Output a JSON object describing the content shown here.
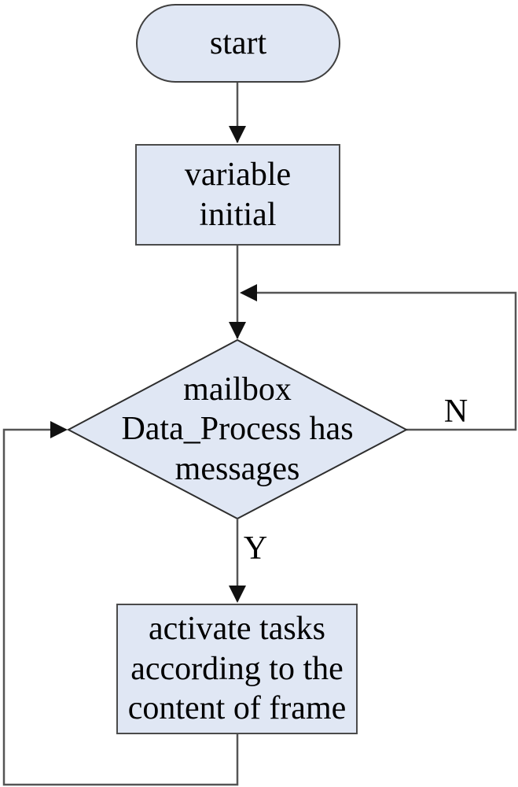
{
  "flowchart": {
    "nodes": {
      "start": {
        "label": "start",
        "shape": "terminator"
      },
      "init": {
        "label": "variable\ninitial",
        "shape": "process"
      },
      "decision": {
        "label": "mailbox\nData_Process has\nmessages",
        "shape": "decision"
      },
      "activate": {
        "label": "activate tasks\naccording to the\ncontent of frame",
        "shape": "process"
      }
    },
    "edge_labels": {
      "no_branch": "N",
      "yes_branch": "Y"
    },
    "colors": {
      "node_fill": "#e0e7f4",
      "node_border": "#4b4b4b",
      "decision_border": "#2e2e2e",
      "connector_line": "#555555",
      "arrowhead": "#111111",
      "text": "#000000",
      "background": "#ffffff"
    }
  }
}
